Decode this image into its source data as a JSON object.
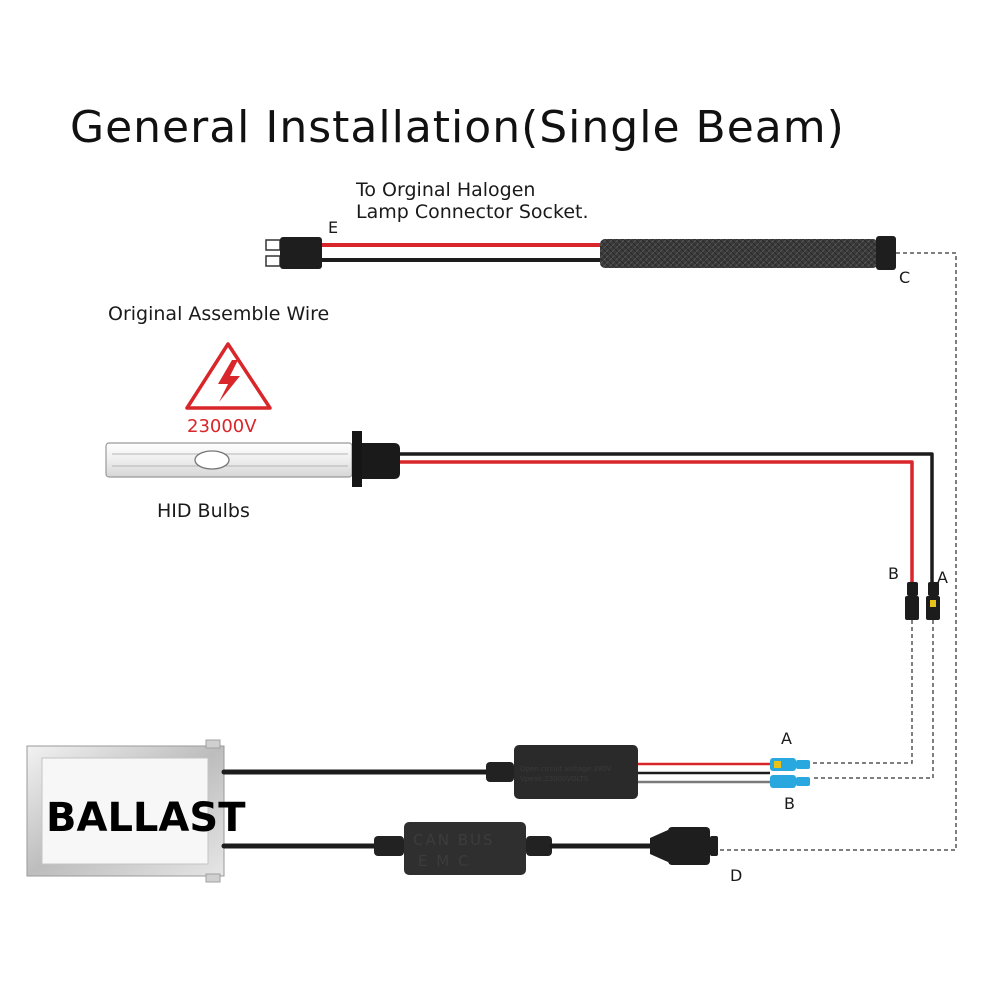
{
  "title": "General Installation(Single Beam)",
  "labels": {
    "halogen_line1": "To Orginal Halogen",
    "halogen_line2": "Lamp Connector Socket.",
    "assemble_wire": "Original Assemble Wire",
    "voltage": "23000V",
    "hid_bulbs": "HID Bulbs",
    "ballast": "BALLAST",
    "can_bus_line1": "CAN BUS",
    "can_bus_line2": "E  M  C",
    "module_line1": "Open circuit voltage:380V",
    "module_line2": "Vpeak:23000VOLTS"
  },
  "connectors": {
    "e": "E",
    "c": "C",
    "b_top": "B",
    "a_top": "A",
    "a_bottom": "A",
    "b_bottom": "B",
    "d": "D"
  },
  "colors": {
    "red_wire": "#d8262a",
    "black_wire": "#1c1c1c",
    "blue_connector": "#29a8e0",
    "yellow_connector": "#e8c21a",
    "warning_red": "#d8262a"
  }
}
